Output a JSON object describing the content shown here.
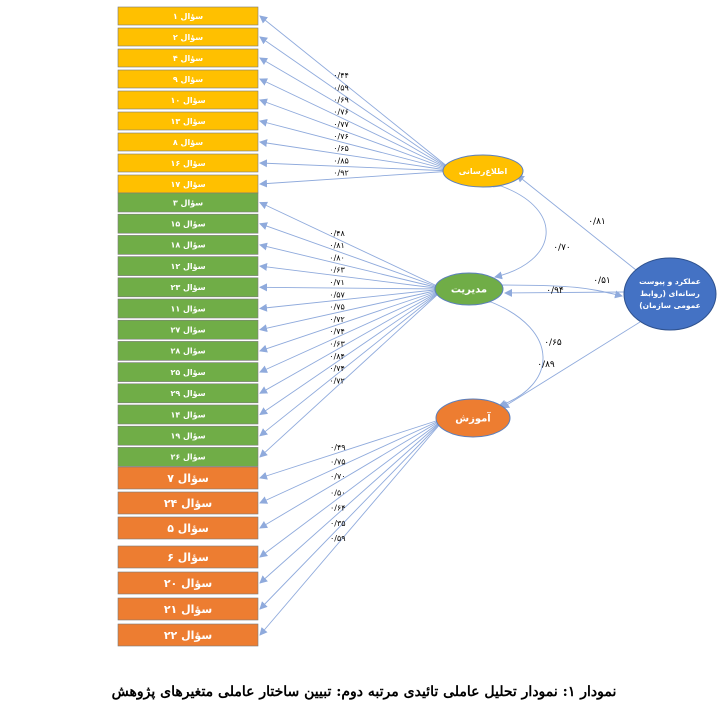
{
  "colors": {
    "yellow_fill": "#FFC000",
    "green_fill": "#70AD47",
    "orange_fill": "#ED7D31",
    "blue_fill": "#4472C4",
    "arrow": "#8FAADC",
    "box_text": "#FFFFFF",
    "loading_text": "#000000"
  },
  "indicators": [
    {
      "label": "سؤال ۱",
      "group": "yellow"
    },
    {
      "label": "سؤال ۲",
      "group": "yellow"
    },
    {
      "label": "سؤال ۴",
      "group": "yellow"
    },
    {
      "label": "سؤال ۹",
      "group": "yellow"
    },
    {
      "label": "سؤال ۱۰",
      "group": "yellow"
    },
    {
      "label": "سؤال ۱۳",
      "group": "yellow"
    },
    {
      "label": "سؤال ۸",
      "group": "yellow"
    },
    {
      "label": "سؤال ۱۶",
      "group": "yellow"
    },
    {
      "label": "سؤال ۱۷",
      "group": "yellow"
    },
    {
      "label": "سؤال ۳",
      "group": "green"
    },
    {
      "label": "سؤال ۱۵",
      "group": "green"
    },
    {
      "label": "سؤال ۱۸",
      "group": "green"
    },
    {
      "label": "سؤال ۱۲",
      "group": "green"
    },
    {
      "label": "سؤال ۲۳",
      "group": "green"
    },
    {
      "label": "سؤال ۱۱",
      "group": "green"
    },
    {
      "label": "سؤال ۲۷",
      "group": "green"
    },
    {
      "label": "سؤال ۲۸",
      "group": "green"
    },
    {
      "label": "سؤال ۲۵",
      "group": "green"
    },
    {
      "label": "سؤال ۲۹",
      "group": "green"
    },
    {
      "label": "سؤال ۱۴",
      "group": "green"
    },
    {
      "label": "سؤال ۱۹",
      "group": "green"
    },
    {
      "label": "سؤال ۲۶",
      "group": "green"
    },
    {
      "label": "سؤال ۷",
      "group": "orange"
    },
    {
      "label": "سؤال ۲۴",
      "group": "orange"
    },
    {
      "label": "سؤال ۵",
      "group": "orange"
    },
    {
      "label": "سؤال ۶",
      "group": "orange"
    },
    {
      "label": "سؤال ۲۰",
      "group": "orange"
    },
    {
      "label": "سؤال ۲۱",
      "group": "orange"
    },
    {
      "label": "سؤال ۲۲",
      "group": "orange"
    }
  ],
  "factors": [
    {
      "label": "اطلاع‌رسانی",
      "group": "yellow"
    },
    {
      "label": "مدیریت",
      "group": "green"
    },
    {
      "label": "آموزش",
      "group": "orange"
    }
  ],
  "second_order": {
    "label_lines": [
      "عملکرد و پیوست",
      "رسانه‌ای (روابط",
      "عمومی سازمان)"
    ]
  },
  "loadings": {
    "yellow": [
      "۰/۴۴",
      "۰/۵۹",
      "۰/۶۹",
      "۰/۷۶",
      "۰/۷۷",
      "۰/۷۶",
      "۰/۶۵",
      "۰/۸۵",
      "۰/۹۲"
    ],
    "green": [
      "۰/۴۸",
      "۰/۸۱",
      "۰/۸۰",
      "۰/۶۳",
      "۰/۷۱",
      "۰/۵۷",
      "۰/۷۵",
      "۰/۷۲",
      "۰/۷۴",
      "۰/۶۳",
      "۰/۸۴",
      "۰/۷۴",
      "۰/۷۲"
    ],
    "orange": [
      "۰/۴۹",
      "۰/۷۵",
      "۰/۷۰",
      "۰/۵۰",
      "۰/۶۴",
      "۰/۳۵",
      "۰/۵۹"
    ]
  },
  "second_order_loadings": [
    "۰/۸۱",
    "۰/۵۱",
    "۰/۸۹"
  ],
  "covariances": [
    "۰/۷۰",
    "۰/۹۴",
    "۰/۶۵"
  ],
  "caption": "نمودار ۱: نمودار تحلیل عاملی تائیدی مرتبه دوم: تبیین ساختار عاملی متغیرهای پژوهش"
}
